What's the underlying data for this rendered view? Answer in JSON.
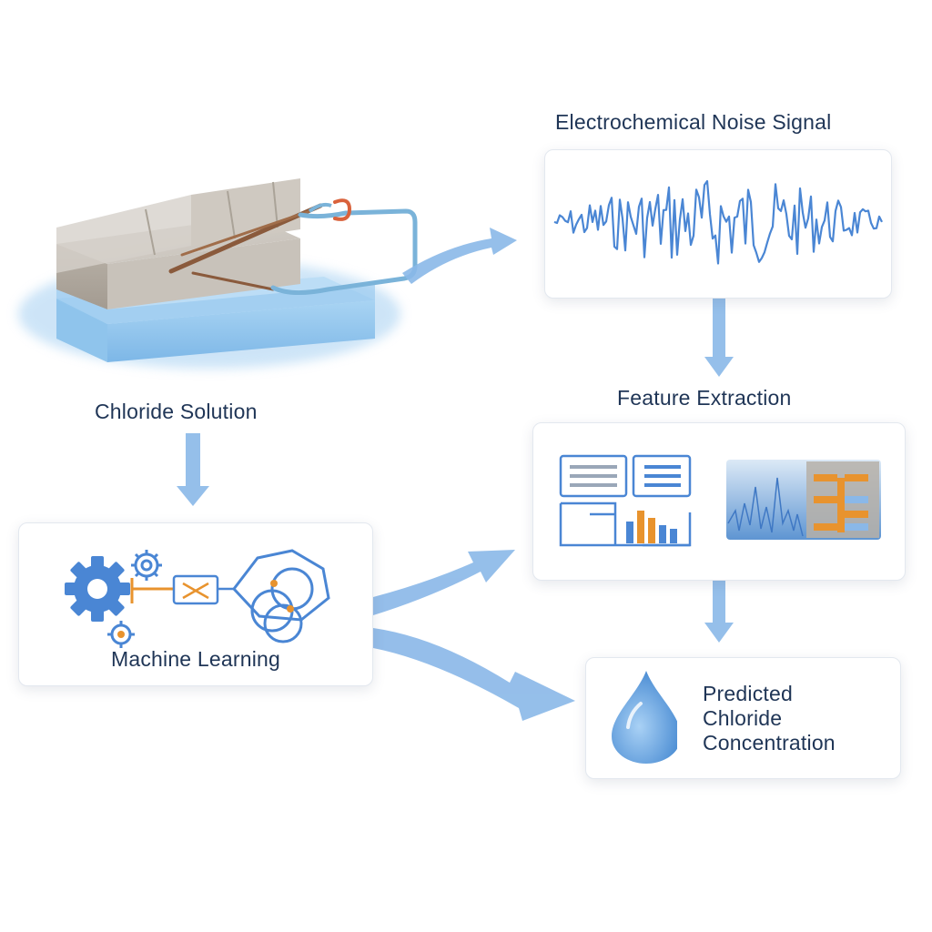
{
  "labels": {
    "signal": "Electrochemical Noise Signal",
    "features": "Feature Extraction",
    "solution": "Chloride Solution",
    "ml": "Machine Learning",
    "prediction_line1": "Predicted",
    "prediction_line2": "Chloride",
    "prediction_line3": "Concentration"
  },
  "colors": {
    "text": "#1f3556",
    "accent_blue": "#4a86d4",
    "arrow_blue": "#8ab8e8",
    "water": "#8cc3ec",
    "concrete": "#bdb6ad",
    "orange": "#e8932e",
    "rebar": "#8a5a3c"
  },
  "icons": {
    "specimen": "concrete-block-in-chloride-solution",
    "waveform": "noise-waveform",
    "features": "feature-panels-icon",
    "ml": "gears-and-network-icon",
    "drop": "water-drop-icon"
  }
}
